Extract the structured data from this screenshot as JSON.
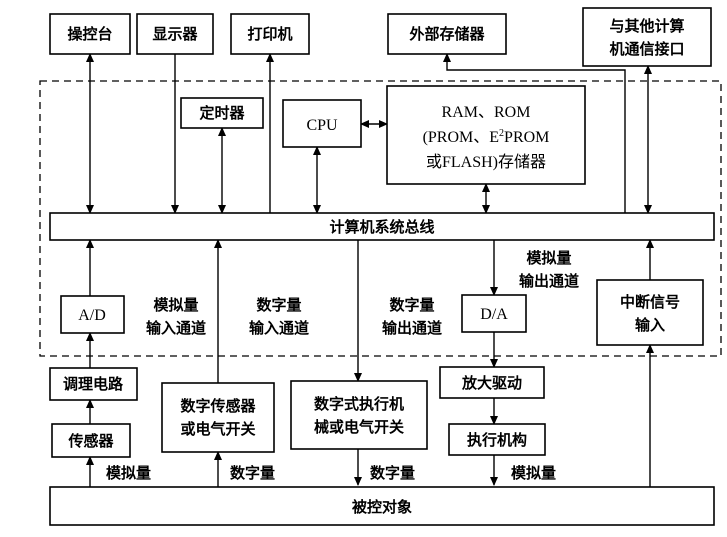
{
  "peripherals": {
    "console": "操控台",
    "display": "显示器",
    "printer": "打印机",
    "external_storage": "外部存储器",
    "comm_interface": [
      "与其他计算",
      "机通信接口"
    ]
  },
  "system": {
    "timer": "定时器",
    "cpu": "CPU",
    "memory": {
      "line1": "RAM、ROM",
      "line2_pre": "(PROM、E",
      "line2_sup": "2",
      "line2_post": "PROM",
      "line3": "或FLASH)存储器"
    },
    "bus": "计算机系统总线",
    "adc": "A/D",
    "dac": "D/A",
    "interrupt": [
      "中断信号",
      "输入"
    ]
  },
  "channels": {
    "analog_in": [
      "模拟量",
      "输入通道"
    ],
    "digital_in": [
      "数字量",
      "输入通道"
    ],
    "digital_out": [
      "数字量",
      "输出通道"
    ],
    "analog_out": [
      "模拟量",
      "输出通道"
    ]
  },
  "field": {
    "conditioning": "调理电路",
    "sensor": "传感器",
    "digital_sensor": [
      "数字传感器",
      "或电气开关"
    ],
    "digital_actuator": [
      "数字式执行机",
      "械或电气开关"
    ],
    "amplifier": "放大驱动",
    "actuator": "执行机构",
    "plant": "被控对象"
  },
  "signals": {
    "analog_1": "模拟量",
    "digital_1": "数字量",
    "digital_2": "数字量",
    "analog_2": "模拟量"
  }
}
